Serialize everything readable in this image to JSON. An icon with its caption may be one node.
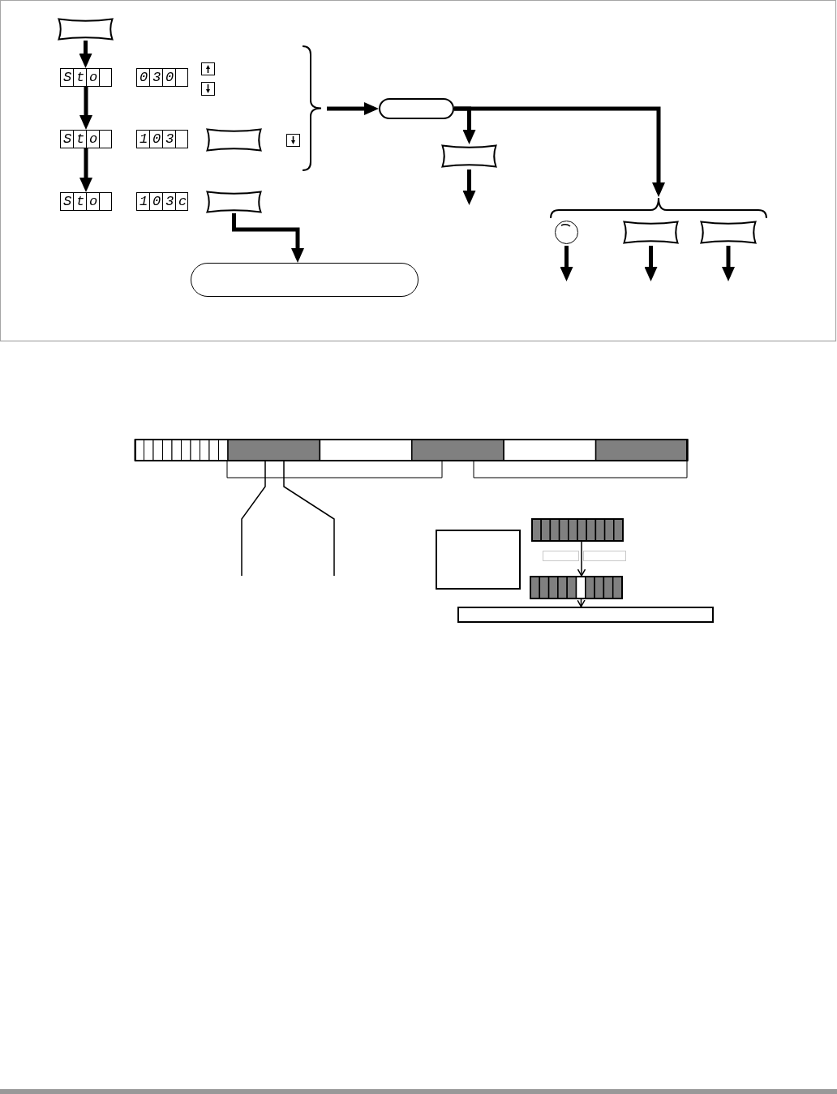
{
  "diagram": {
    "nodes": [
      {
        "text": [],
        "shape": "box"
      },
      {
        "text": [
          "Sto"
        ]
      },
      {
        "text": [
          "030"
        ]
      },
      {
        "text": [
          "Sto"
        ]
      },
      {
        "text": [
          "103"
        ]
      },
      {
        "text": [],
        "shape": "box"
      },
      {
        "text": [
          "Sto"
        ]
      },
      {
        "text": [
          "103c"
        ]
      },
      {
        "text": [],
        "shape": "box"
      },
      {
        "text": [],
        "shape": "box"
      },
      {
        "text": [],
        "shape": "brace"
      },
      {
        "text": [],
        "shape": "box"
      },
      {
        "text": [],
        "shape": "box"
      },
      {
        "text": [],
        "shape": "brace"
      },
      {
        "text": [],
        "shape": "circle"
      },
      {
        "text": [],
        "shape": "box"
      },
      {
        "text": [],
        "shape": "box"
      },
      {
        "text": [],
        "shape": "bar"
      },
      {
        "text": [],
        "shape": "box"
      },
      {
        "text": [],
        "shape": "bar"
      },
      {
        "text": [],
        "shape": "box"
      },
      {
        "text": [],
        "shape": "box"
      },
      {
        "text": [],
        "shape": "bar"
      },
      {
        "text": [],
        "shape": "box"
      }
    ],
    "edges": [
      {
        "from": 0,
        "to": 1,
        "arrow": "to"
      },
      {
        "from": 1,
        "to": 3,
        "arrow": "to"
      },
      {
        "from": 3,
        "to": 6,
        "arrow": "to"
      },
      {
        "from": 8,
        "to": 9,
        "arrow": "to"
      },
      {
        "from": 10,
        "to": 11,
        "arrow": "to"
      },
      {
        "from": 11,
        "to": 12,
        "arrow": "to"
      },
      {
        "from": 11,
        "to": 13,
        "arrow": "to"
      },
      {
        "from": 12,
        "to": null,
        "arrow": "to"
      },
      {
        "from": 14,
        "to": null,
        "arrow": "to"
      },
      {
        "from": 15,
        "to": null,
        "arrow": "to"
      },
      {
        "from": 16,
        "to": null,
        "arrow": "to"
      },
      {
        "from": null,
        "to": 17,
        "arrow": "none"
      },
      {
        "from": null,
        "to": 17,
        "arrow": "none"
      },
      {
        "from": 19,
        "to": 22,
        "arrow": "to"
      },
      {
        "from": 22,
        "to": 23,
        "arrow": "to"
      }
    ]
  }
}
